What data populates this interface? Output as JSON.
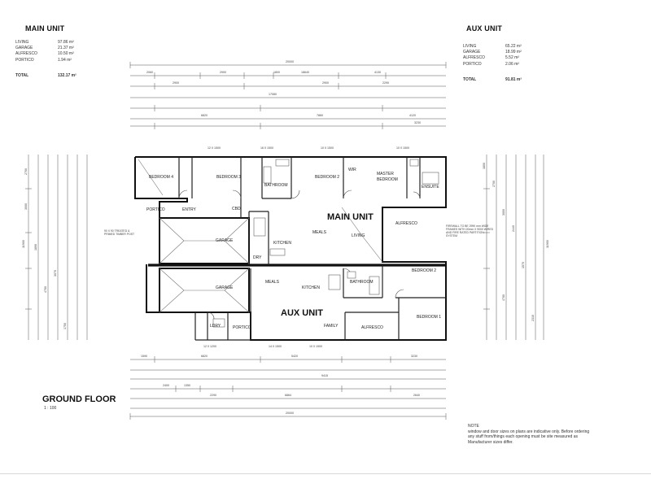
{
  "main_unit": {
    "title": "MAIN UNIT",
    "areas": [
      {
        "name": "LIVING",
        "value": "97.86 m²"
      },
      {
        "name": "GARAGE",
        "value": "21.37 m²"
      },
      {
        "name": "ALFRESCO",
        "value": "10.50 m²"
      },
      {
        "name": "PORTICO",
        "value": "1.94 m²"
      }
    ],
    "total_label": "TOTAL",
    "total_value": "132.17 m²"
  },
  "aux_unit": {
    "title": "AUX UNIT",
    "areas": [
      {
        "name": "LIVING",
        "value": "65.22 m²"
      },
      {
        "name": "GARAGE",
        "value": "18.99 m²"
      },
      {
        "name": "ALFRESCO",
        "value": "5.52 m²"
      },
      {
        "name": "PORTICO",
        "value": "2.06 m²"
      }
    ],
    "total_label": "TOTAL",
    "total_value": "91.81 m²"
  },
  "plan": {
    "main_label": "MAIN UNIT",
    "aux_label": "AUX UNIT",
    "rooms": {
      "bed4": "BEDROOM 4",
      "bed3": "BEDROOM 3",
      "bath_main": "BATHROOM",
      "bed2": "BEDROOM 2",
      "master": "MASTER",
      "master2": "BEDROOM",
      "wir": "WIR",
      "ensuite": "ENSUITE",
      "portico_main": "PORTICO",
      "entry": "ENTRY",
      "cbd": "CBD",
      "kitchen_main": "KITCHEN",
      "meals_main": "MEALS",
      "living": "LIVING",
      "alfresco_main": "ALFRESCO",
      "garage_main": "GARAGE",
      "dry": "DRY",
      "ldry": "LDRY",
      "garage_aux": "GARAGE",
      "meals_aux": "MEALS",
      "kitchen_aux": "KITCHEN",
      "bath_aux": "BATHROOM",
      "bed2_aux": "BEDROOM 2",
      "bed1_aux": "BEDROOM 1",
      "family": "FAMILY",
      "alfresco_aux": "ALFRESCO",
      "portico_aux": "PORTICO"
    }
  },
  "dimensions": {
    "top": [
      "20000",
      "18640",
      "2060",
      "2900",
      "2900",
      "1800",
      "4130",
      "2900",
      "17080",
      "6820",
      "7860",
      "4120",
      "3230",
      "2290"
    ],
    "bottom": [
      "1590",
      "6820",
      "5420",
      "3230",
      "9415",
      "2400",
      "1350",
      "2290",
      "6864",
      "2640",
      "20000"
    ],
    "left": [
      "2700",
      "3000",
      "1890",
      "4700",
      "3070",
      "1750",
      "11900"
    ],
    "right": [
      "1800",
      "2700",
      "3000",
      "2440",
      "1570",
      "4700",
      "2310",
      "11900"
    ],
    "plan_top": [
      "12 0 1500",
      "16 0 1500",
      "10 0 1500",
      "10 0 1500"
    ],
    "plan_bottom": [
      "12 0 1200",
      "14 0 1500",
      "10 0 1500"
    ]
  },
  "annotations": {
    "firewall_note": "FIREWALL TO BE 2990 mm WIDE FRAMES WITH 20mm X 9000 WIRED AND FIRE RATED PARTITION SYSTEM",
    "steel_post": "90 X 90 TREATED & PRIMED TIMBER POST"
  },
  "floor": {
    "title": "GROUND FLOOR",
    "scale": "1 : 100"
  },
  "note": {
    "title": "NOTE",
    "lines": [
      "window and door sizes on plans are indicative only. Before ordering",
      "any stuff from/things each opening must be site measured as",
      "Manufacturer sizes differ."
    ]
  }
}
